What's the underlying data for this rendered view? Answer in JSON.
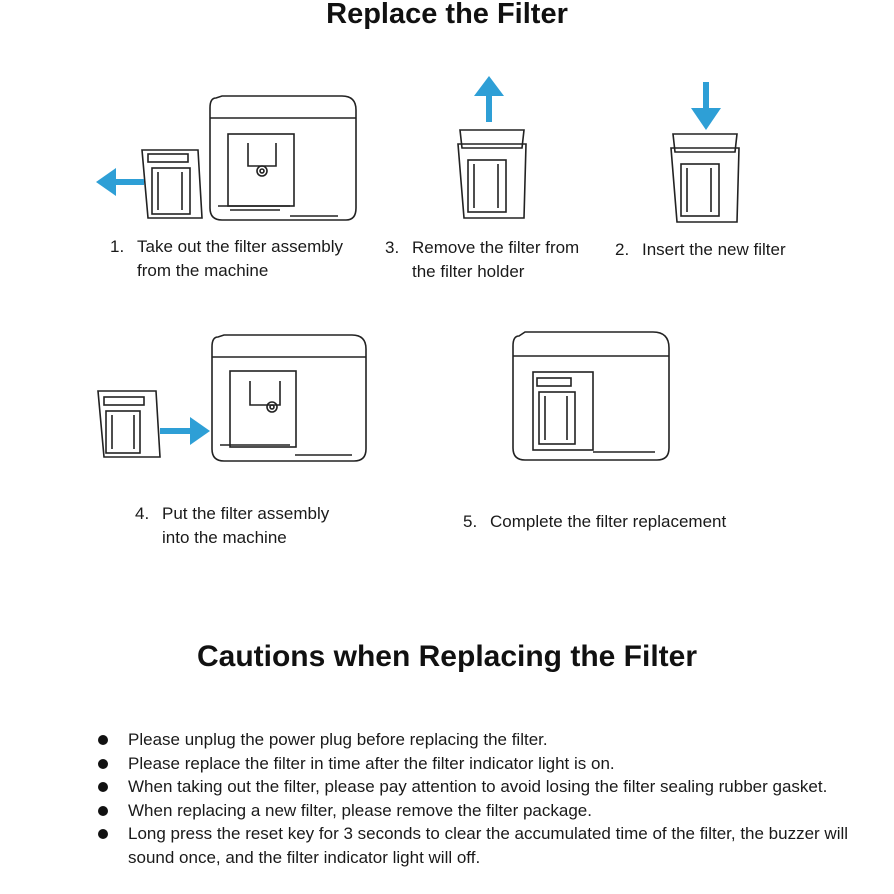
{
  "title": "Replace the Filter",
  "steps": [
    {
      "num": "1.",
      "line1": "Take out the filter assembly",
      "line2": "from the machine"
    },
    {
      "num": "3.",
      "line1": "Remove the filter from",
      "line2": "the filter holder"
    },
    {
      "num": "2.",
      "line1": "Insert the new filter",
      "line2": ""
    },
    {
      "num": "4.",
      "line1": "Put the filter assembly",
      "line2": "into the machine"
    },
    {
      "num": "5.",
      "line1": "Complete the filter replacement",
      "line2": ""
    }
  ],
  "cautions_title": "Cautions when Replacing the Filter",
  "cautions": [
    "Please unplug the power plug before replacing the filter.",
    "Please replace the filter in time after the filter indicator light is on.",
    "When taking out the filter, please pay attention to avoid losing the filter sealing rubber gasket.",
    "When replacing a new filter, please remove the filter package.",
    "Long press the reset key for 3 seconds to clear the accumulated time of the filter, the buzzer will sound once, and the filter indicator light will off."
  ],
  "colors": {
    "arrow": "#2e9fd6",
    "line": "#222222"
  }
}
